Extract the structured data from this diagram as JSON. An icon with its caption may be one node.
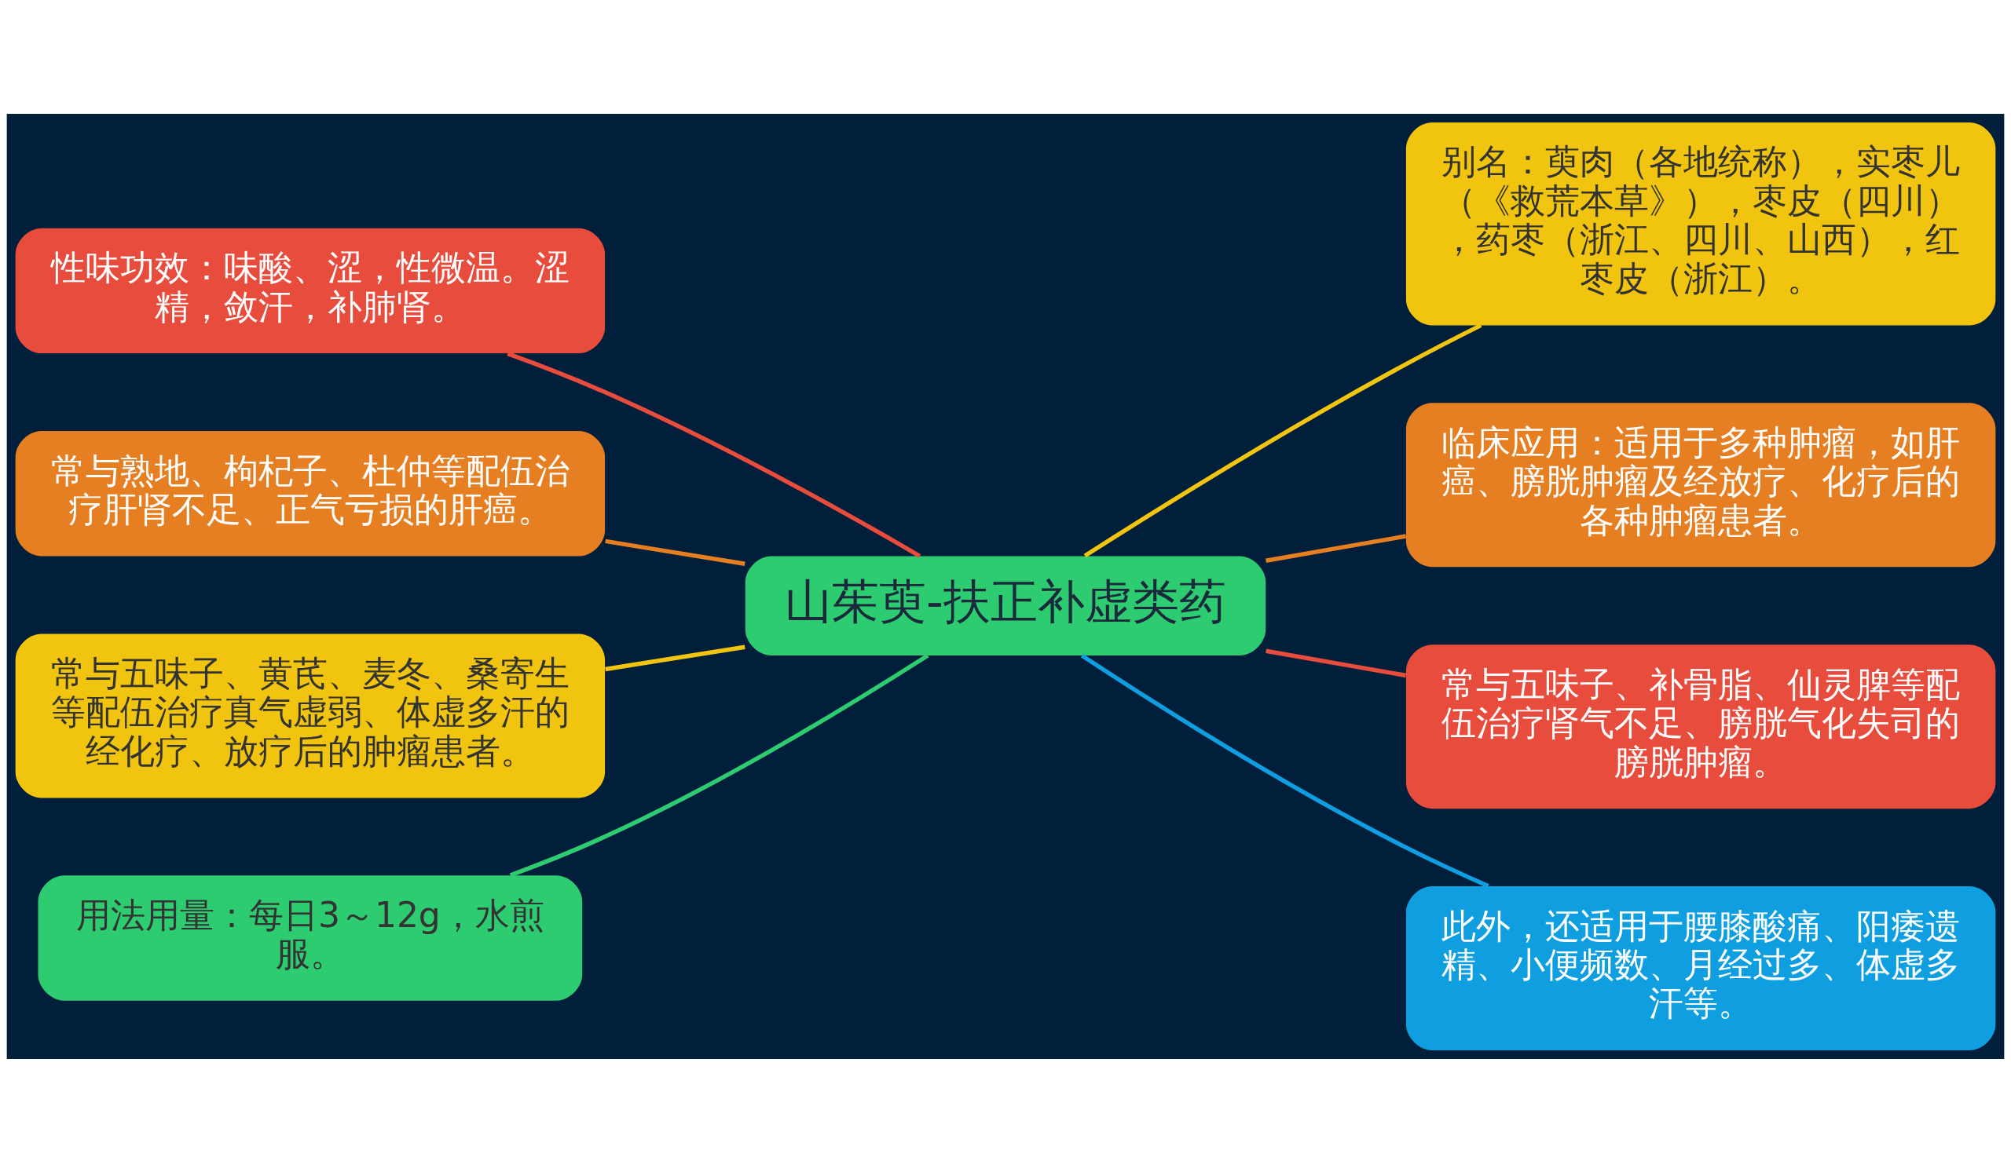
{
  "diagram": {
    "nodes": [
      {
        "text": [
          "山茱萸-扶正补虚类药"
        ]
      },
      {
        "text": [
          "性味功效：味酸、涩，性微温。涩精，敛汗，补肺肾。"
        ]
      },
      {
        "text": [
          "常与熟地、枸杞子、杜仲等配伍治疗肝肾不足、正气亏损的肝癌。"
        ]
      },
      {
        "text": [
          "常与五味子、黄芪、麦冬、桑寄生等配伍治疗真气虚弱、体虚多汗的经化疗、放疗后的肿瘤患者。"
        ]
      },
      {
        "text": [
          "用法用量：每日3～12g，水煎服。"
        ]
      },
      {
        "text": [
          "别名：萸肉（各地统称），实枣儿（《救荒本草》），枣皮（四川），药枣（浙江、四川、山西），红枣皮（浙江）。"
        ]
      },
      {
        "text": [
          "临床应用：适用于多种肿瘤，如肝癌、膀胱肿瘤及经放疗、化疗后的各种肿瘤患者。"
        ]
      },
      {
        "text": [
          "常与五味子、补骨脂、仙灵脾等配伍治疗肾气不足、膀胱气化失司的膀胱肿瘤。"
        ]
      },
      {
        "text": [
          "此外，还适用于腰膝酸痛、阳痿遗精、小便频数、月经过多、体虚多汗等。"
        ]
      }
    ],
    "edges": [
      {
        "from": 0,
        "to": 1,
        "arrow": "none",
        "color": "#e74c3c"
      },
      {
        "from": 0,
        "to": 2,
        "arrow": "none",
        "color": "#e67e22"
      },
      {
        "from": 0,
        "to": 3,
        "arrow": "none",
        "color": "#f1c40f"
      },
      {
        "from": 0,
        "to": 4,
        "arrow": "none",
        "color": "#2ecc71"
      },
      {
        "from": 0,
        "to": 5,
        "arrow": "none",
        "color": "#f1c40f"
      },
      {
        "from": 0,
        "to": 6,
        "arrow": "none",
        "color": "#e67e22"
      },
      {
        "from": 0,
        "to": 7,
        "arrow": "none",
        "color": "#e74c3c"
      },
      {
        "from": 0,
        "to": 8,
        "arrow": "none",
        "color": "#0f9fe0"
      }
    ]
  }
}
